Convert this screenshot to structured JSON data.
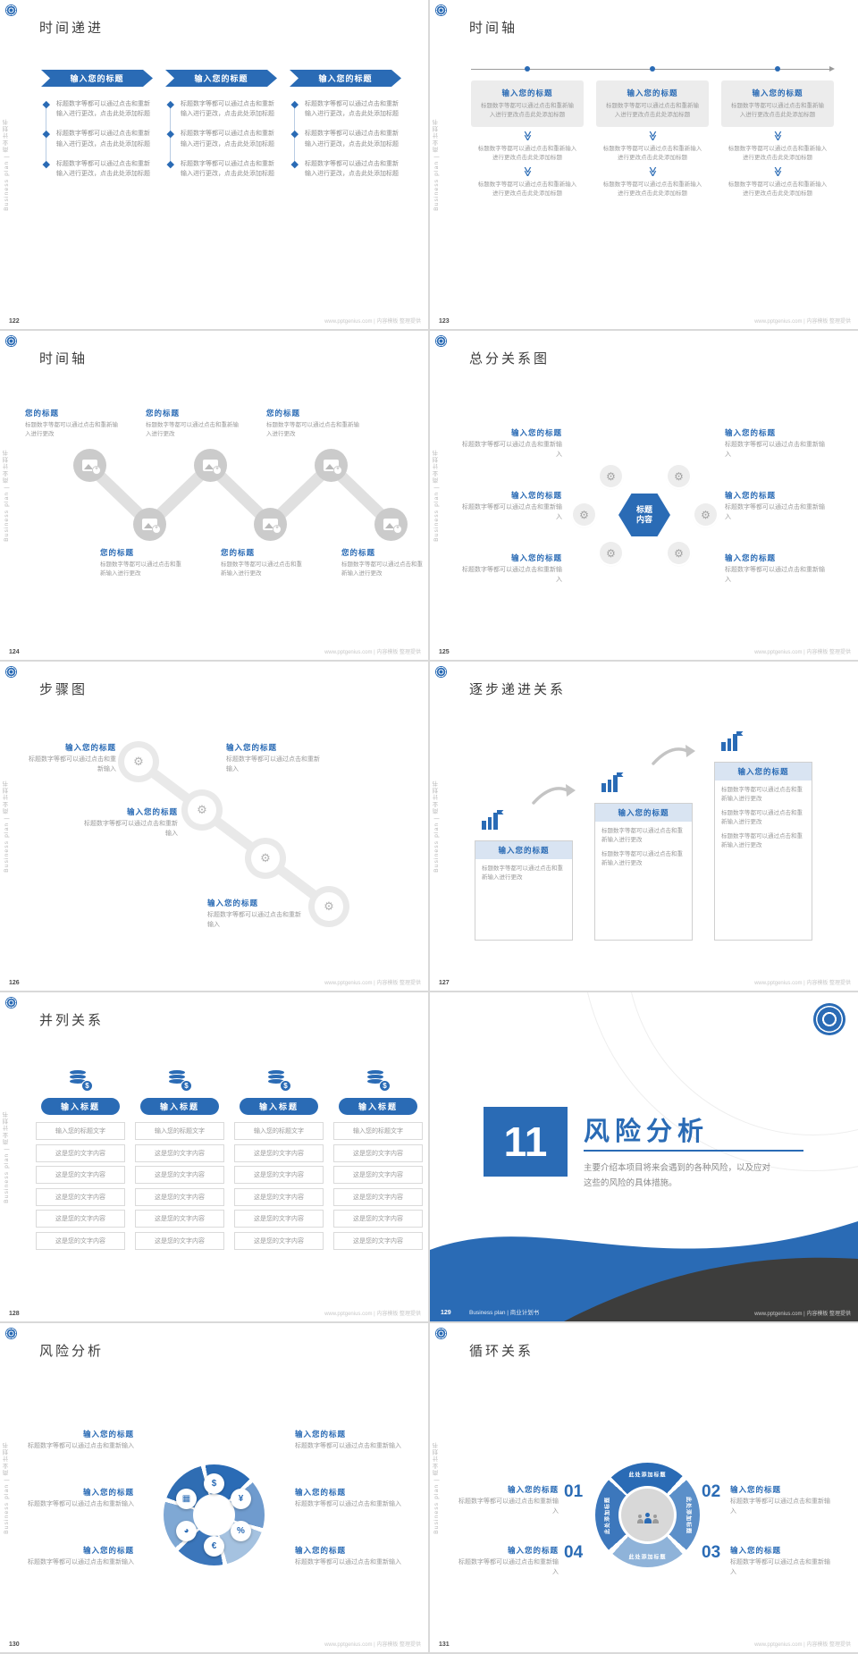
{
  "common": {
    "sidebar_text": "Business plan | 商业计划书",
    "watermark": "www.pptgenius.com | 内容模板 整理提供",
    "accent_blue": "#2a6bb5"
  },
  "icons": {
    "s130_wheel": [
      "money-bag",
      "coins",
      "percent",
      "euro",
      "pie-chart",
      "calculator"
    ]
  },
  "s122": {
    "page": "122",
    "title": "时间递进",
    "columns": [
      {
        "header": "输入您的标题",
        "items": [
          "标题数字等都可以通过点击和重新输入进行更改，点击此处添加标题",
          "标题数字等都可以通过点击和重新输入进行更改，点击此处添加标题",
          "标题数字等都可以通过点击和重新输入进行更改，点击此处添加标题"
        ]
      },
      {
        "header": "输入您的标题",
        "items": [
          "标题数字等都可以通过点击和重新输入进行更改，点击此处添加标题",
          "标题数字等都可以通过点击和重新输入进行更改，点击此处添加标题",
          "标题数字等都可以通过点击和重新输入进行更改，点击此处添加标题"
        ]
      },
      {
        "header": "输入您的标题",
        "items": [
          "标题数字等都可以通过点击和重新输入进行更改，点击此处添加标题",
          "标题数字等都可以通过点击和重新输入进行更改，点击此处添加标题",
          "标题数字等都可以通过点击和重新输入进行更改，点击此处添加标题"
        ]
      }
    ]
  },
  "s123": {
    "page": "123",
    "title": "时间轴",
    "columns": [
      {
        "box_title": "输入您的标题",
        "box_text": "标题数字等都可以通过点击和重新输入进行更改点击此处添加标题",
        "step1": "标题数字等都可以通过点击和重新输入进行更改点击此处添加标题",
        "step2": "标题数字等都可以通过点击和重新输入进行更改点击此处添加标题"
      },
      {
        "box_title": "输入您的标题",
        "box_text": "标题数字等都可以通过点击和重新输入进行更改点击此处添加标题",
        "step1": "标题数字等都可以通过点击和重新输入进行更改点击此处添加标题",
        "step2": "标题数字等都可以通过点击和重新输入进行更改点击此处添加标题"
      },
      {
        "box_title": "输入您的标题",
        "box_text": "标题数字等都可以通过点击和重新输入进行更改点击此处添加标题",
        "step1": "标题数字等都可以通过点击和重新输入进行更改点击此处添加标题",
        "step2": "标题数字等都可以通过点击和重新输入进行更改点击此处添加标题"
      }
    ]
  },
  "s124": {
    "page": "124",
    "title": "时间轴",
    "top": [
      {
        "t": "您的标题",
        "d": "标题数字等都可以通过点击和重新输入进行更改"
      },
      {
        "t": "您的标题",
        "d": "标题数字等都可以通过点击和重新输入进行更改"
      },
      {
        "t": "您的标题",
        "d": "标题数字等都可以通过点击和重新输入进行更改"
      }
    ],
    "bottom": [
      {
        "t": "您的标题",
        "d": "标题数字等都可以通过点击和重新输入进行更改"
      },
      {
        "t": "您的标题",
        "d": "标题数字等都可以通过点击和重新输入进行更改"
      },
      {
        "t": "您的标题",
        "d": "标题数字等都可以通过点击和重新输入进行更改"
      }
    ]
  },
  "s125": {
    "page": "125",
    "title": "总分关系图",
    "center": "标题内容",
    "left": [
      {
        "t": "输入您的标题",
        "d": "标题数字等都可以通过点击和重新输入"
      },
      {
        "t": "输入您的标题",
        "d": "标题数字等都可以通过点击和重新输入"
      },
      {
        "t": "输入您的标题",
        "d": "标题数字等都可以通过点击和重新输入"
      }
    ],
    "right": [
      {
        "t": "输入您的标题",
        "d": "标题数字等都可以通过点击和重新输入"
      },
      {
        "t": "输入您的标题",
        "d": "标题数字等都可以通过点击和重新输入"
      },
      {
        "t": "输入您的标题",
        "d": "标题数字等都可以通过点击和重新输入"
      }
    ]
  },
  "s126": {
    "page": "126",
    "title": "步骤图",
    "blocks": [
      {
        "t": "输入您的标题",
        "d": "标题数字等都可以通过点击和重新输入"
      },
      {
        "t": "输入您的标题",
        "d": "标题数字等都可以通过点击和重新输入"
      },
      {
        "t": "输入您的标题",
        "d": "标题数字等都可以通过点击和重新输入"
      },
      {
        "t": "输入您的标题",
        "d": "标题数字等都可以通过点击和重新输入"
      }
    ]
  },
  "s127": {
    "page": "127",
    "title": "逐步递进关系",
    "boxes": [
      {
        "t": "输入您的标题",
        "paras": [
          "标题数字等都可以通过点击和重新输入进行更改"
        ]
      },
      {
        "t": "输入您的标题",
        "paras": [
          "标题数字等都可以通过点击和重新输入进行更改",
          "标题数字等都可以通过点击和重新输入进行更改"
        ]
      },
      {
        "t": "输入您的标题",
        "paras": [
          "标题数字等都可以通过点击和重新输入进行更改",
          "标题数字等都可以通过点击和重新输入进行更改",
          "标题数字等都可以通过点击和重新输入进行更改"
        ]
      }
    ]
  },
  "s128": {
    "page": "128",
    "title": "并列关系",
    "columns": [
      {
        "button": "输入标题",
        "header_cell": "输入您的标题文字",
        "cells": [
          "这是您的文字内容",
          "这是您的文字内容",
          "这是您的文字内容",
          "这是您的文字内容",
          "这是您的文字内容"
        ]
      },
      {
        "button": "输入标题",
        "header_cell": "输入您的标题文字",
        "cells": [
          "这是您的文字内容",
          "这是您的文字内容",
          "这是您的文字内容",
          "这是您的文字内容",
          "这是您的文字内容"
        ]
      },
      {
        "button": "输入标题",
        "header_cell": "输入您的标题文字",
        "cells": [
          "这是您的文字内容",
          "这是您的文字内容",
          "这是您的文字内容",
          "这是您的文字内容",
          "这是您的文字内容"
        ]
      },
      {
        "button": "输入标题",
        "header_cell": "输入您的标题文字",
        "cells": [
          "这是您的文字内容",
          "这是您的文字内容",
          "这是您的文字内容",
          "这是您的文字内容",
          "这是您的文字内容"
        ]
      }
    ]
  },
  "s129": {
    "page": "129",
    "number": "11",
    "title": "风险分析",
    "desc": "主要介绍本项目将来会遇到的各种风险，以及应对这些的风险的具体措施。",
    "footer_text": "Business plan | 商业计划书"
  },
  "s130": {
    "page": "130",
    "title": "风险分析",
    "left": [
      {
        "t": "输入您的标题",
        "d": "标题数字等都可以通过点击和重新输入"
      },
      {
        "t": "输入您的标题",
        "d": "标题数字等都可以通过点击和重新输入"
      },
      {
        "t": "输入您的标题",
        "d": "标题数字等都可以通过点击和重新输入"
      }
    ],
    "right": [
      {
        "t": "输入您的标题",
        "d": "标题数字等都可以通过点击和重新输入"
      },
      {
        "t": "输入您的标题",
        "d": "标题数字等都可以通过点击和重新输入"
      },
      {
        "t": "输入您的标题",
        "d": "标题数字等都可以通过点击和重新输入"
      }
    ]
  },
  "s131": {
    "page": "131",
    "title": "循环关系",
    "segment_label": "此处添加标题",
    "numbers": [
      "01",
      "02",
      "03",
      "04"
    ],
    "blocks": [
      {
        "t": "输入您的标题",
        "d": "标题数字等都可以通过点击和重新输入"
      },
      {
        "t": "输入您的标题",
        "d": "标题数字等都可以通过点击和重新输入"
      },
      {
        "t": "输入您的标题",
        "d": "标题数字等都可以通过点击和重新输入"
      },
      {
        "t": "输入您的标题",
        "d": "标题数字等都可以通过点击和重新输入"
      }
    ]
  }
}
